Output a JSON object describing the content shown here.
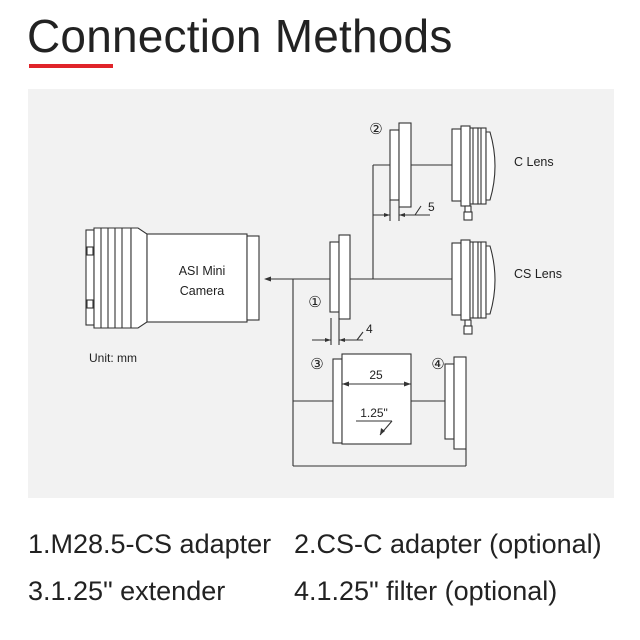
{
  "page": {
    "title": "Connection Methods",
    "accent_color": "#e0242a",
    "panel_color": "#f2f2f2"
  },
  "diagram": {
    "camera_label_line1": "ASI Mini",
    "camera_label_line2": "Camera",
    "unit_label": "Unit: mm",
    "c_lens_label": "C Lens",
    "cs_lens_label": "CS Lens",
    "markers": [
      "①",
      "②",
      "③",
      "④"
    ],
    "dimensions": {
      "cs_c_adapter_gap": "5",
      "m285_adapter_gap": "4",
      "extender_length": "25",
      "extender_thread": "1.25\""
    }
  },
  "legend": [
    "1.M28.5-CS adapter",
    "2.CS-C adapter (optional)",
    "3.1.25\" extender",
    "4.1.25\" filter (optional)"
  ]
}
